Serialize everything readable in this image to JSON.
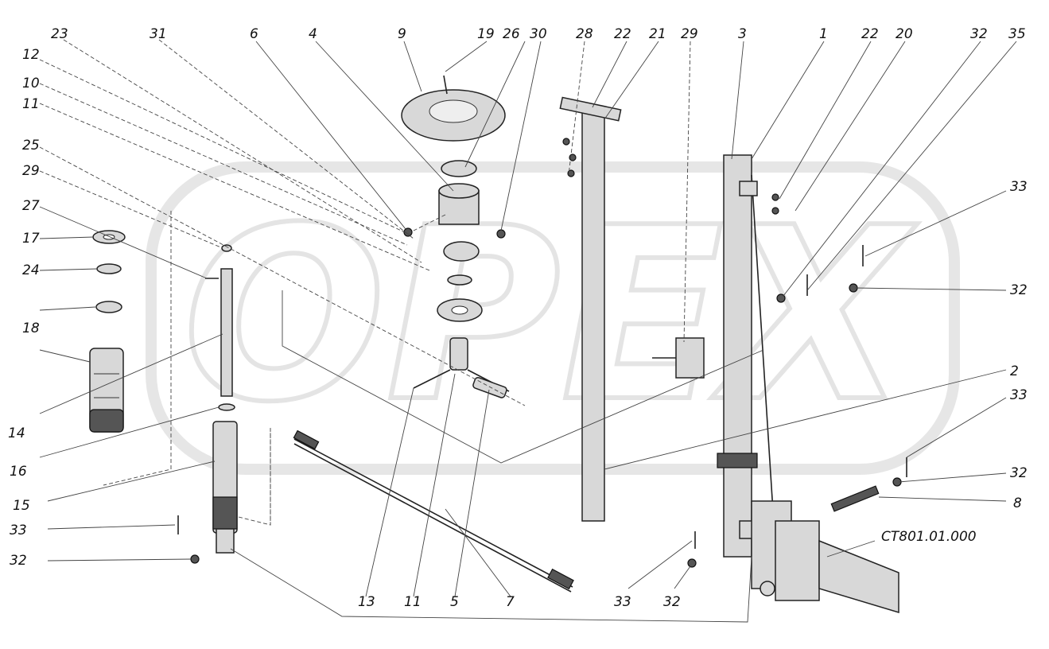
{
  "watermark_text": "OPEX",
  "corner_mark": "",
  "drawing_code": "CT801.01.000",
  "callouts": [
    "23",
    "31",
    "6",
    "4",
    "9",
    "19",
    "26",
    "30",
    "28",
    "22",
    "21",
    "29",
    "3",
    "1",
    "22",
    "20",
    "32",
    "35",
    "12",
    "10",
    "11",
    "25",
    "29",
    "27",
    "17",
    "24",
    "18",
    "14",
    "16",
    "15",
    "33",
    "32",
    "13",
    "11",
    "5",
    "7",
    "33",
    "32",
    "2",
    "33",
    "32",
    "8",
    "33",
    "32"
  ]
}
